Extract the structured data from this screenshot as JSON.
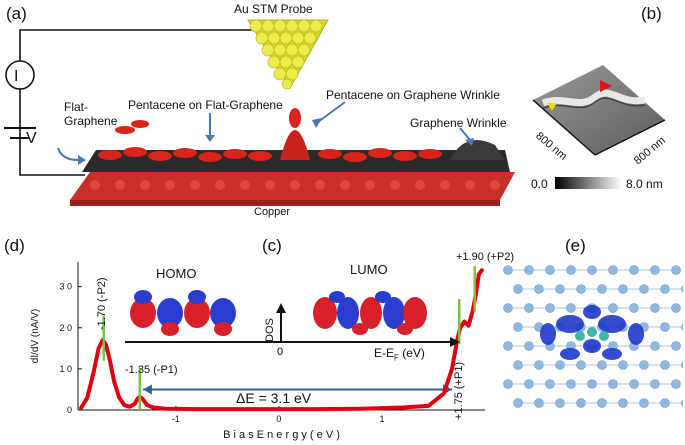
{
  "panel_a": {
    "label": "(a)",
    "probe_label": "Au STM Probe",
    "current_symbol": "I",
    "voltage_symbol": "V",
    "flat_graphene_label": "Flat-\nGraphene",
    "pentacene_flat_label": "Pentacene on Flat-Graphene",
    "pentacene_wrinkle_label": "Pentacene on Graphene Wrinkle",
    "wrinkle_label": "Graphene Wrinkle",
    "substrate_label": "Copper"
  },
  "panel_b": {
    "label": "(b)",
    "scan_x": "800 nm",
    "scan_y": "800 nm",
    "scale_min": "0.0",
    "scale_max": "8.0 nm"
  },
  "panel_c": {
    "label": "(c)",
    "homo_label": "HOMO",
    "lumo_label": "LUMO",
    "dos_label": "DOS",
    "zero_label": "0",
    "energy_axis_label": "E-E",
    "energy_axis_sub": "F",
    "energy_axis_unit": " (eV)"
  },
  "panel_d": {
    "label": "(d)",
    "annotations": {
      "p2_minus": "-1.70 (-P2)",
      "p1_minus": "-1.35 (-P1)",
      "p1_plus": "+1.75 (+P1)",
      "p2_plus": "+1.90 (+P2)",
      "gap": "ΔE = 3.1 eV"
    }
  },
  "panel_e": {
    "label": "(e)"
  },
  "chart_data": {
    "type": "line",
    "title": "",
    "xlabel": "B i a s   E n e r g y   ( e V )",
    "ylabel": "dI/dV (nA/V)",
    "xlim": [
      -1.95,
      2.0
    ],
    "ylim": [
      0,
      36
    ],
    "x_ticks": [
      -1,
      0,
      1
    ],
    "x_tick_labels": [
      "-1",
      "0",
      "1"
    ],
    "y_ticks": [
      0,
      10,
      20,
      30
    ],
    "y_tick_labels": [
      "0",
      "1 0",
      "2 0",
      "3 0"
    ],
    "series_color": "#e0000f",
    "marker_color": "#7dc142",
    "series": [
      {
        "name": "",
        "x": [
          -1.92,
          -1.86,
          -1.8,
          -1.75,
          -1.71,
          -1.68,
          -1.64,
          -1.6,
          -1.55,
          -1.5,
          -1.45,
          -1.4,
          -1.37,
          -1.35,
          -1.32,
          -1.28,
          -1.22,
          -1.1,
          -0.8,
          -0.4,
          0.0,
          0.4,
          0.8,
          1.2,
          1.45,
          1.6,
          1.68,
          1.73,
          1.76,
          1.8,
          1.84,
          1.88,
          1.91,
          1.94,
          1.97
        ],
        "y": [
          0.5,
          3,
          9,
          15,
          17,
          16,
          12,
          7,
          3,
          1.2,
          0.8,
          1.5,
          2.8,
          3.2,
          2.6,
          1.2,
          0.6,
          0.3,
          0.2,
          0.2,
          0.2,
          0.2,
          0.3,
          0.6,
          1.0,
          4,
          10,
          17,
          20,
          21.5,
          20.5,
          24,
          28,
          33,
          34
        ]
      }
    ],
    "markers": [
      -1.7,
      -1.35,
      1.75,
      1.9
    ]
  }
}
